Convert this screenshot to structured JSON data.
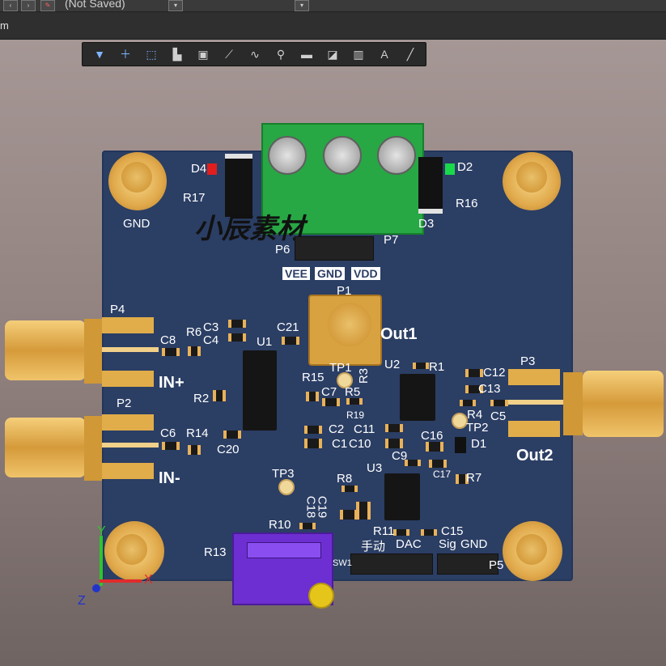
{
  "window": {
    "title": "(Not Saved)"
  },
  "document_tab": {
    "label": "m"
  },
  "toolbar": {
    "tools": [
      {
        "icon": "filter-icon"
      },
      {
        "icon": "plus-icon"
      },
      {
        "icon": "select-rect-icon"
      },
      {
        "icon": "align-icon"
      },
      {
        "icon": "component-icon"
      },
      {
        "icon": "route-icon"
      },
      {
        "icon": "wave-icon"
      },
      {
        "icon": "pad-icon"
      },
      {
        "icon": "fill-icon"
      },
      {
        "icon": "region-icon"
      },
      {
        "icon": "chart-icon"
      },
      {
        "icon": "text-icon",
        "glyph": "A"
      },
      {
        "icon": "line-icon"
      }
    ]
  },
  "pcb": {
    "watermark": "小辰素材",
    "labels": {
      "gnd": "GND",
      "d4": "D4",
      "d2": "D2",
      "d3": "D3",
      "r17": "R17",
      "r16": "R16",
      "p6": "P6",
      "p7": "P7",
      "vee": "VEE",
      "gnd2": "GND",
      "vdd": "VDD",
      "p1": "P1",
      "out1": "Out1",
      "p4": "P4",
      "c8": "C8",
      "r6": "R6",
      "c3": "C3",
      "c4": "C4",
      "c21": "C21",
      "u1": "U1",
      "in_plus": "IN+",
      "r2": "R2",
      "p2": "P2",
      "c6": "C6",
      "r14": "R14",
      "c20": "C20",
      "in_minus": "IN-",
      "tp1": "TP1",
      "r3": "R3",
      "u2": "U2",
      "r1": "R1",
      "c12": "C12",
      "c13": "C13",
      "p3": "P3",
      "r15": "R15",
      "c7": "C7",
      "r5": "R5",
      "r19": "R19",
      "r4": "R4",
      "c5": "C5",
      "tp2": "TP2",
      "c11": "C11",
      "c2": "C2",
      "c1": "C1",
      "c10": "C10",
      "c16": "C16",
      "d1": "D1",
      "c9": "C9",
      "c17": "C17",
      "out2": "Out2",
      "tp3": "TP3",
      "u3": "U3",
      "r8": "R8",
      "c19": "C19",
      "c18": "C18",
      "r7": "R7",
      "r10": "R10",
      "r11": "R11",
      "c15": "C15",
      "r13": "R13",
      "manual": "手动",
      "dac": "DAC",
      "sig": "Sig",
      "gnd3": "GND",
      "sw1": "SW1",
      "p5": "P5"
    }
  },
  "axes": {
    "x": "X",
    "y": "Y",
    "z": "Z"
  },
  "colors": {
    "board": "#2b3e64",
    "terminal": "#27a844",
    "pot": "#6d2fd1",
    "gold": "#e0a84a"
  }
}
